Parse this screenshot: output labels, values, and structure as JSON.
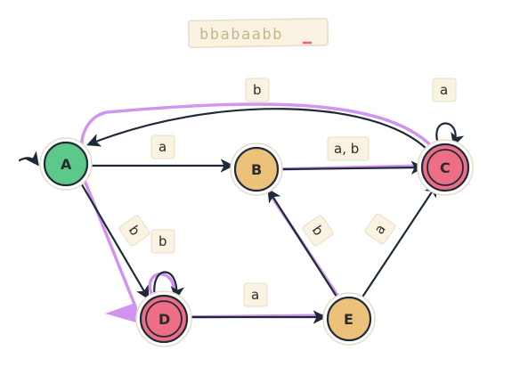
{
  "input_string": {
    "prefix": "bbabaab",
    "current": "b",
    "underline_color": "#f06080"
  },
  "colors": {
    "edge": "#1e2a38",
    "highlight": "#cc88ee",
    "start_fill": "#5cc98a",
    "state_fill": "#ecc27a",
    "accept_fill": "#ee6f85",
    "label_bg": "#fbf3e2"
  },
  "states": [
    {
      "id": "A",
      "label": "A",
      "kind": "start"
    },
    {
      "id": "B",
      "label": "B",
      "kind": "normal"
    },
    {
      "id": "C",
      "label": "C",
      "kind": "accept"
    },
    {
      "id": "D",
      "label": "D",
      "kind": "accept"
    },
    {
      "id": "E",
      "label": "E",
      "kind": "normal"
    }
  ],
  "transitions": [
    {
      "from": "A",
      "to": "B",
      "label": "a"
    },
    {
      "from": "C",
      "to": "A",
      "label": "b"
    },
    {
      "from": "C",
      "to": "C",
      "label": "a"
    },
    {
      "from": "B",
      "to": "C",
      "label": "a, b"
    },
    {
      "from": "A",
      "to": "D",
      "label": "b"
    },
    {
      "from": "D",
      "to": "D",
      "label": "b"
    },
    {
      "from": "D",
      "to": "E",
      "label": "a"
    },
    {
      "from": "E",
      "to": "B",
      "label": "b"
    },
    {
      "from": "E",
      "to": "C",
      "label": "a"
    }
  ]
}
